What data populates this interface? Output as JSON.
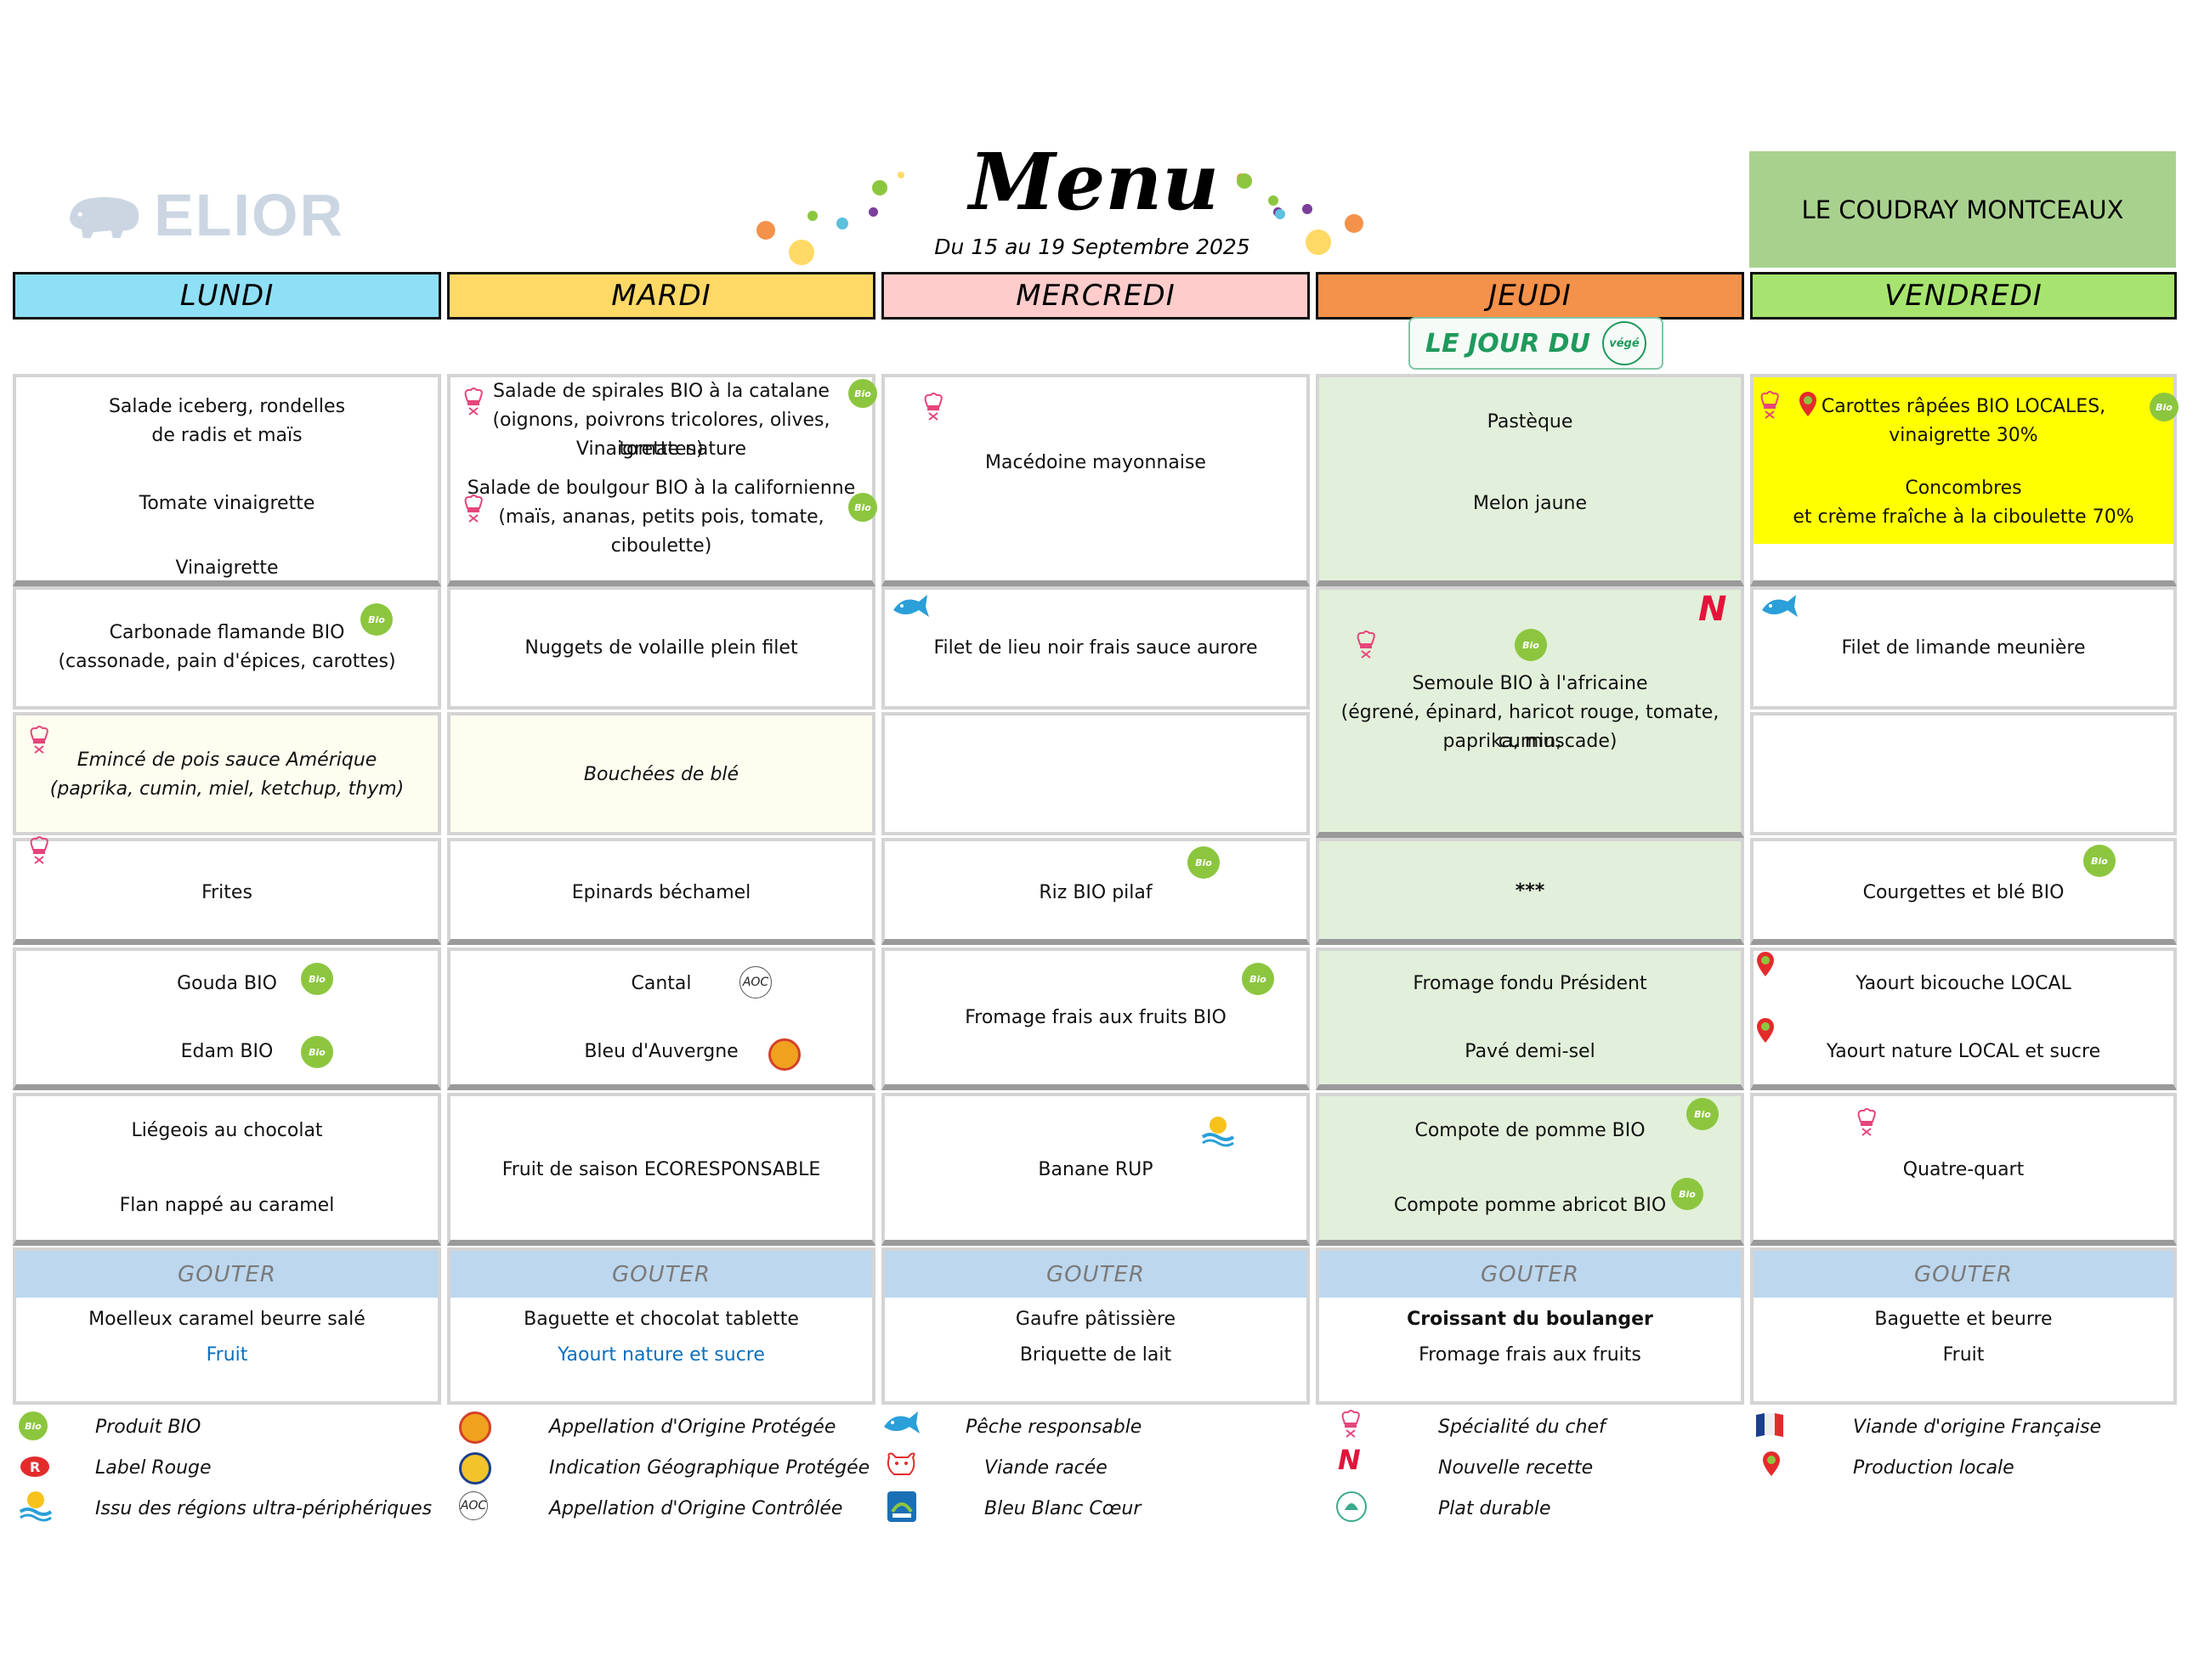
{
  "header": {
    "brand": "ELIOR",
    "title": "Menu",
    "subtitle": "Du 15 au 19 Septembre 2025",
    "site": "LE COUDRAY MONTCEAUX"
  },
  "days": [
    {
      "label": "LUNDI",
      "color": "#8ee0f6"
    },
    {
      "label": "MARDI",
      "color": "#ffd966"
    },
    {
      "label": "MERCREDI",
      "color": "#ffcccc"
    },
    {
      "label": "JEUDI",
      "color": "#f4914a"
    },
    {
      "label": "VENDREDI",
      "color": "#a7e46f"
    }
  ],
  "jour_du": {
    "text": "LE JOUR DU",
    "badge": "végé"
  },
  "cells": {
    "mon": {
      "starter": [
        "Salade iceberg, rondelles",
        "de radis et maïs",
        "Tomate vinaigrette",
        "Vinaigrette"
      ],
      "main": [
        "Carbonade flamande BIO",
        "(cassonade, pain d'épices, carottes)"
      ],
      "veg": [
        "Emincé de pois sauce Amérique",
        "(paprika, cumin, miel, ketchup, thym)"
      ],
      "side": [
        "Frites"
      ],
      "cheese": [
        "Gouda BIO",
        "Edam BIO"
      ],
      "dessert": [
        "Liégeois au chocolat",
        "Flan nappé au  caramel"
      ],
      "gouter": [
        "Moelleux caramel beurre salé",
        "Fruit"
      ]
    },
    "tue": {
      "starter": [
        "Salade de spirales BIO à la catalane",
        "(oignons, poivrons tricolores, olives, tomates)",
        "Vinaigrette nature",
        "Salade de boulgour BIO à la californienne",
        "(maïs, ananas, petits pois, tomate, ciboulette)"
      ],
      "main": [
        "Nuggets de volaille plein filet"
      ],
      "veg": [
        "Bouchées de blé"
      ],
      "side": [
        "Epinards béchamel"
      ],
      "cheese": [
        "Cantal",
        "Bleu d'Auvergne"
      ],
      "dessert": [
        "Fruit de saison  ECORESPONSABLE"
      ],
      "gouter": [
        "Baguette et chocolat tablette",
        "Yaourt nature et sucre"
      ]
    },
    "wed": {
      "starter": [
        "Macédoine mayonnaise"
      ],
      "main": [
        "Filet de lieu noir frais sauce aurore"
      ],
      "side": [
        "Riz BIO pilaf"
      ],
      "cheese": [
        "Fromage frais  aux fruits BIO"
      ],
      "dessert": [
        "Banane RUP"
      ],
      "gouter": [
        "Gaufre pâtissière",
        "Briquette de lait"
      ]
    },
    "thu": {
      "starter": [
        "Pastèque",
        "Melon jaune"
      ],
      "main": [
        "Semoule BIO à l'africaine",
        "(égrené, épinard, haricot rouge, tomate, cumin,",
        "paprika, muscade)"
      ],
      "side": [
        "***"
      ],
      "cheese": [
        "Fromage fondu Président",
        "Pavé demi-sel"
      ],
      "dessert": [
        "Compote de pomme BIO",
        "Compote pomme abricot BIO"
      ],
      "gouter": [
        "Croissant du boulanger",
        "Fromage frais aux fruits"
      ]
    },
    "fri": {
      "starter": [
        "Carottes râpées BIO LOCALES,",
        "vinaigrette   30%",
        "Concombres",
        "et crème fraîche à la ciboulette  70%"
      ],
      "main": [
        "Filet de limande meunière"
      ],
      "side": [
        "Courgettes et blé BIO"
      ],
      "cheese": [
        "Yaourt bicouche LOCAL",
        "Yaourt nature LOCAL et sucre"
      ],
      "dessert": [
        "Quatre-quart"
      ],
      "gouter": [
        "Baguette et beurre",
        "Fruit"
      ]
    }
  },
  "gouter_label": "GOUTER",
  "icons": {
    "bio": "Bio",
    "aoc": "AOC",
    "new": "N"
  },
  "legend": [
    "Produit BIO",
    "Label Rouge",
    "Issu des régions ultra-périphériques",
    "Appellation d'Origine Protégée",
    "Indication Géographique Protégée",
    "Appellation d'Origine Contrôlée",
    "Pêche responsable",
    "Viande racée",
    "Bleu Blanc Cœur",
    "Spécialité du chef",
    "Nouvelle recette",
    "Plat durable",
    "Viande d'origine Française",
    "Production locale"
  ]
}
